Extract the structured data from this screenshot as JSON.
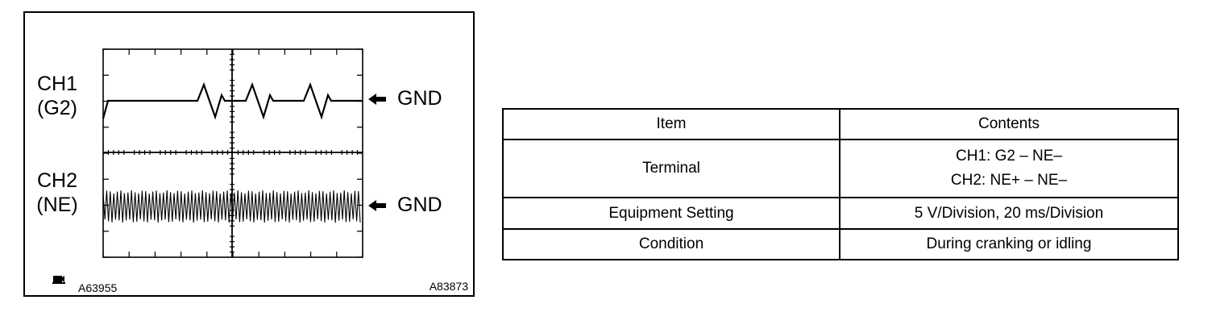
{
  "waveform": {
    "channels": [
      {
        "name": "CH1",
        "signal": "(G2)",
        "ground_label": "GND"
      },
      {
        "name": "CH2",
        "signal": "(NE)",
        "ground_label": "GND"
      }
    ],
    "figure_code_left": "A63955",
    "figure_code_right": "A83873",
    "icons": [
      "arrow-left-icon",
      "camera-icon"
    ]
  },
  "table": {
    "headers": [
      "Item",
      "Contents"
    ],
    "rows": [
      {
        "item": "Terminal",
        "contents": [
          "CH1: G2 – NE–",
          "CH2: NE+ – NE–"
        ]
      },
      {
        "item": "Equipment Setting",
        "contents": [
          "5 V/Division, 20 ms/Division"
        ]
      },
      {
        "item": "Condition",
        "contents": [
          "During cranking or idling"
        ]
      }
    ]
  }
}
